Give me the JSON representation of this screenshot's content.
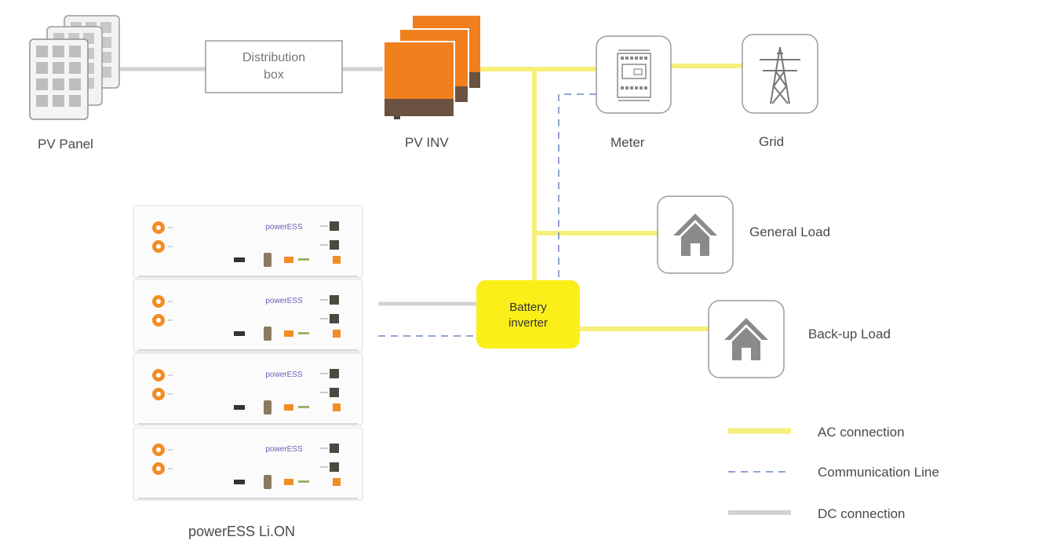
{
  "nodes": {
    "pv_panel": "PV Panel",
    "distribution_box": [
      "Distribution",
      "box"
    ],
    "pv_inv": "PV INV",
    "meter": "Meter",
    "grid": "Grid",
    "general_load": "General Load",
    "backup_load": "Back-up Load",
    "battery_inverter": [
      "Battery",
      "inverter"
    ],
    "battery_stack": "powerESS Li.ON",
    "battery_module_brand": "powerESS"
  },
  "legend": [
    {
      "label": "AC connection",
      "style": "ac"
    },
    {
      "label": "Communication Line",
      "style": "comm"
    },
    {
      "label": "DC connection",
      "style": "dc"
    }
  ],
  "colors": {
    "ac": "#f6ef7a",
    "comm": "#6b86c4",
    "dc": "#d2d2d2",
    "inverter_orange": "#f07f1d",
    "battery_inverter_fill": "#fbef1a",
    "terminal_orange": "#f28c24",
    "brand_purple": "#6a5fb8"
  }
}
